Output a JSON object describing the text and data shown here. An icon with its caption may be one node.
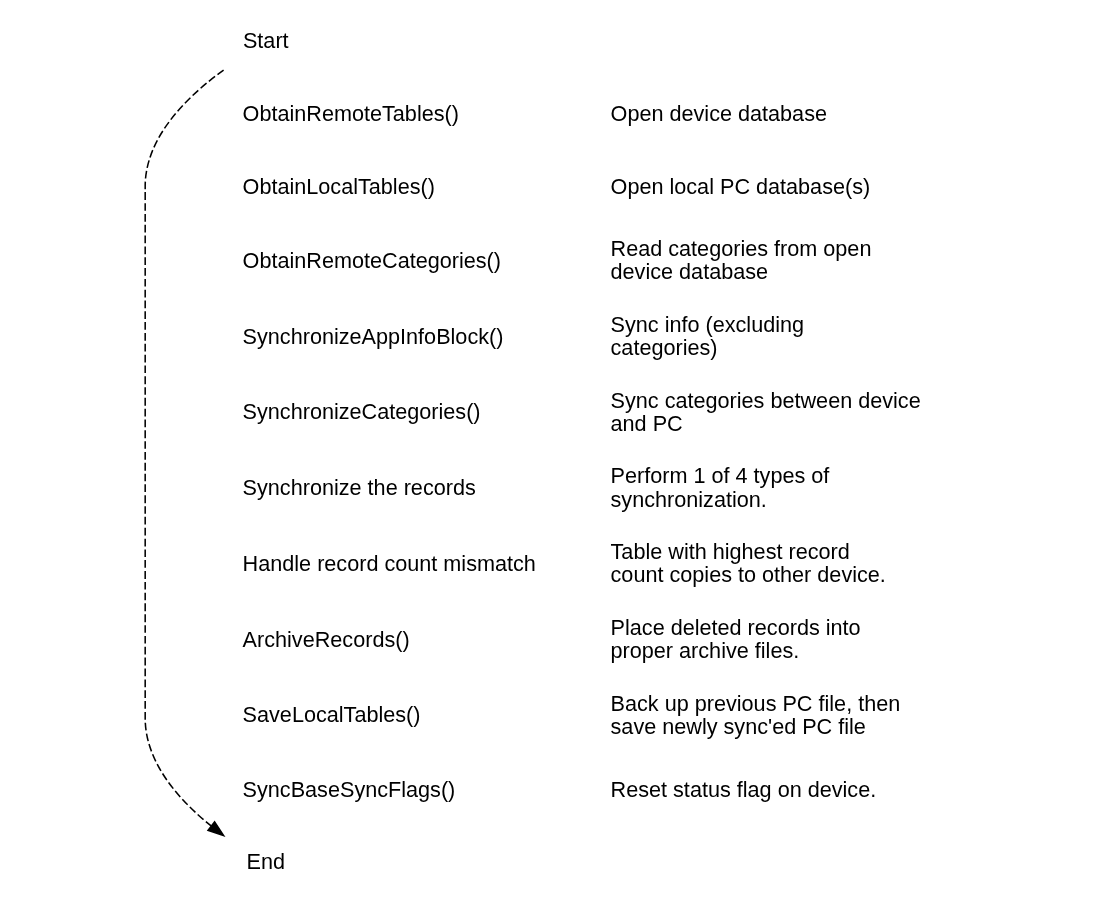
{
  "diagram": {
    "nodes": [
      {
        "text": [
          "Start"
        ]
      },
      {
        "text": [
          "End"
        ]
      }
    ],
    "edges": [
      {
        "from": 0,
        "to": 1,
        "arrow": "to",
        "style": "dashed"
      }
    ],
    "labels": [
      "ObtainRemoteTables()",
      "Open device database",
      "ObtainLocalTables()",
      "Open local PC database(s)",
      "ObtainRemoteCategories()",
      "Read categories from open device database",
      "SynchronizeAppInfoBlock()",
      "Sync info (excluding categories)",
      "SynchronizeCategories()",
      "Sync categories between device and PC",
      "Synchronize the records",
      "Perform 1 of 4 types of synchronization.",
      "Handle record count mismatch",
      "Table with highest record count copies to other device.",
      "ArchiveRecords()",
      "Place deleted records into proper archive files.",
      "SaveLocalTables()",
      "Back up previous PC file, then save newly sync'ed PC file",
      "SyncBaseSyncFlags()",
      "Reset status flag on device."
    ]
  }
}
